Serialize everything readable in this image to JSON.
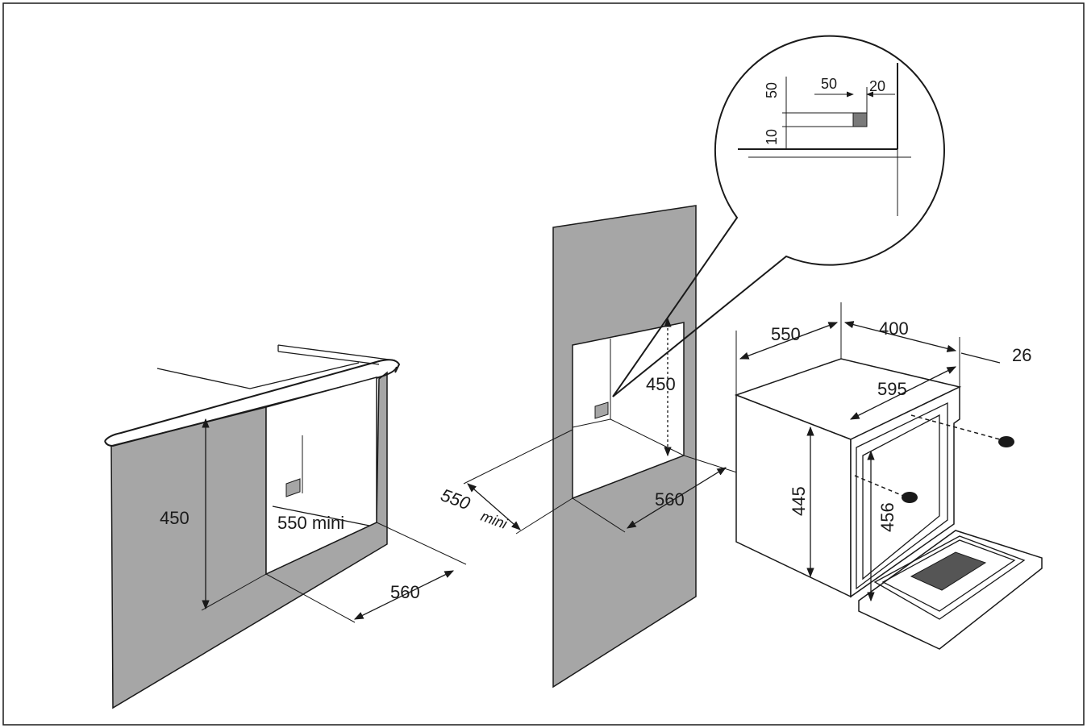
{
  "diagram": {
    "cabinet_under_counter": {
      "height": "450",
      "depth": "550 mini",
      "width": "560"
    },
    "wall_column": {
      "height": "450",
      "depth": "550",
      "depth_suffix": "mini",
      "width": "560"
    },
    "oven": {
      "depth": "550",
      "depth_rear": "400",
      "door": "26",
      "width": "595",
      "body_height": "445",
      "front_height": "456"
    },
    "detail": {
      "v_top": "50",
      "v_bottom": "10",
      "h_left": "50",
      "h_right": "20"
    }
  }
}
